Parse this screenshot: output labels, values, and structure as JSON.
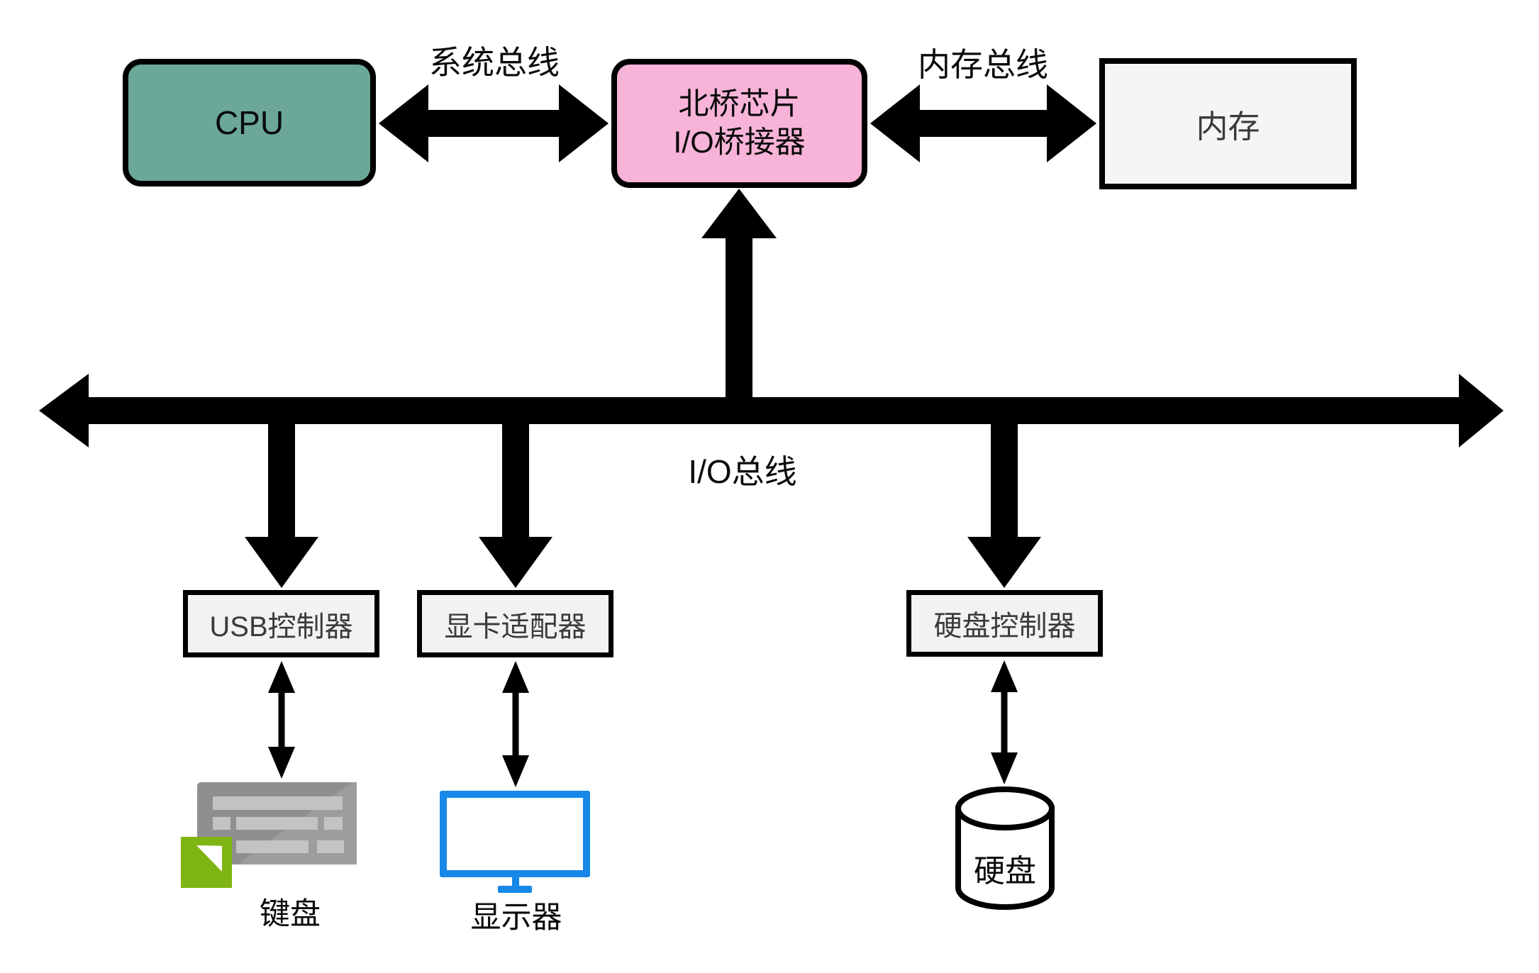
{
  "nodes": {
    "cpu": {
      "label": "CPU"
    },
    "northbridge": {
      "line1": "北桥芯片",
      "line2": "I/O桥接器"
    },
    "memory": {
      "label": "内存"
    },
    "usb_controller": {
      "label": "USB控制器"
    },
    "graphics_adapter": {
      "label": "显卡适配器"
    },
    "disk_controller": {
      "label": "硬盘控制器"
    }
  },
  "buses": {
    "system_bus": {
      "label": "系统总线"
    },
    "memory_bus": {
      "label": "内存总线"
    },
    "io_bus": {
      "label": "I/O总线"
    }
  },
  "devices": {
    "keyboard": {
      "label": "键盘",
      "icon": "keyboard-icon"
    },
    "monitor": {
      "label": "显示器",
      "icon": "monitor-icon"
    },
    "hard_disk": {
      "label": "硬盘",
      "icon": "disk-cylinder-icon"
    }
  },
  "colors": {
    "cpu_fill": "#6ba899",
    "northbridge_fill": "#f8b3d8",
    "memory_fill": "#f5f5f5",
    "controller_fill": "#f2f2f2",
    "arrow_black": "#000000",
    "monitor_blue": "#1787e8",
    "keyboard_gray": "#8f8f8f",
    "keyboard_key_gray": "#c3c3c3",
    "keyboard_green": "#7fb513"
  }
}
